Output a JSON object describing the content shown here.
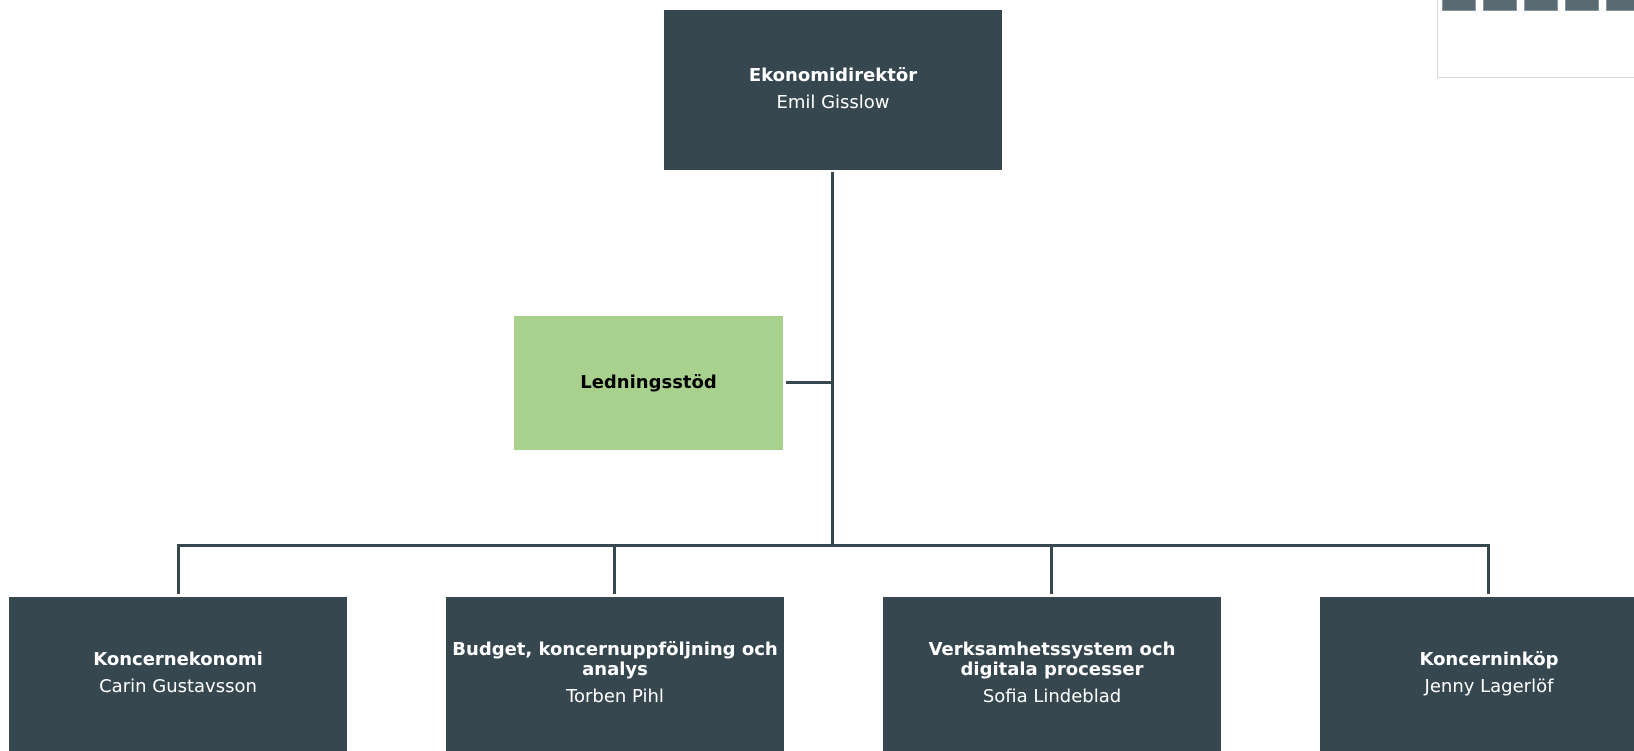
{
  "org_chart": {
    "root": {
      "title": "Ekonomidirektör",
      "person": "Emil Gisslow"
    },
    "support": {
      "title": "Ledningsstöd"
    },
    "children": [
      {
        "title": "Koncernekonomi",
        "person": "Carin Gustavsson"
      },
      {
        "title": "Budget, koncernuppföljning och analys",
        "person": "Torben Pihl"
      },
      {
        "title": "Verksamhetssystem och digitala processer",
        "person": "Sofia Lindeblad"
      },
      {
        "title": "Koncerninköp",
        "person": "Jenny Lagerlöf"
      }
    ]
  },
  "colors": {
    "node_dark": "#37474f",
    "node_support": "#a9d18e",
    "connector": "#37474f"
  }
}
